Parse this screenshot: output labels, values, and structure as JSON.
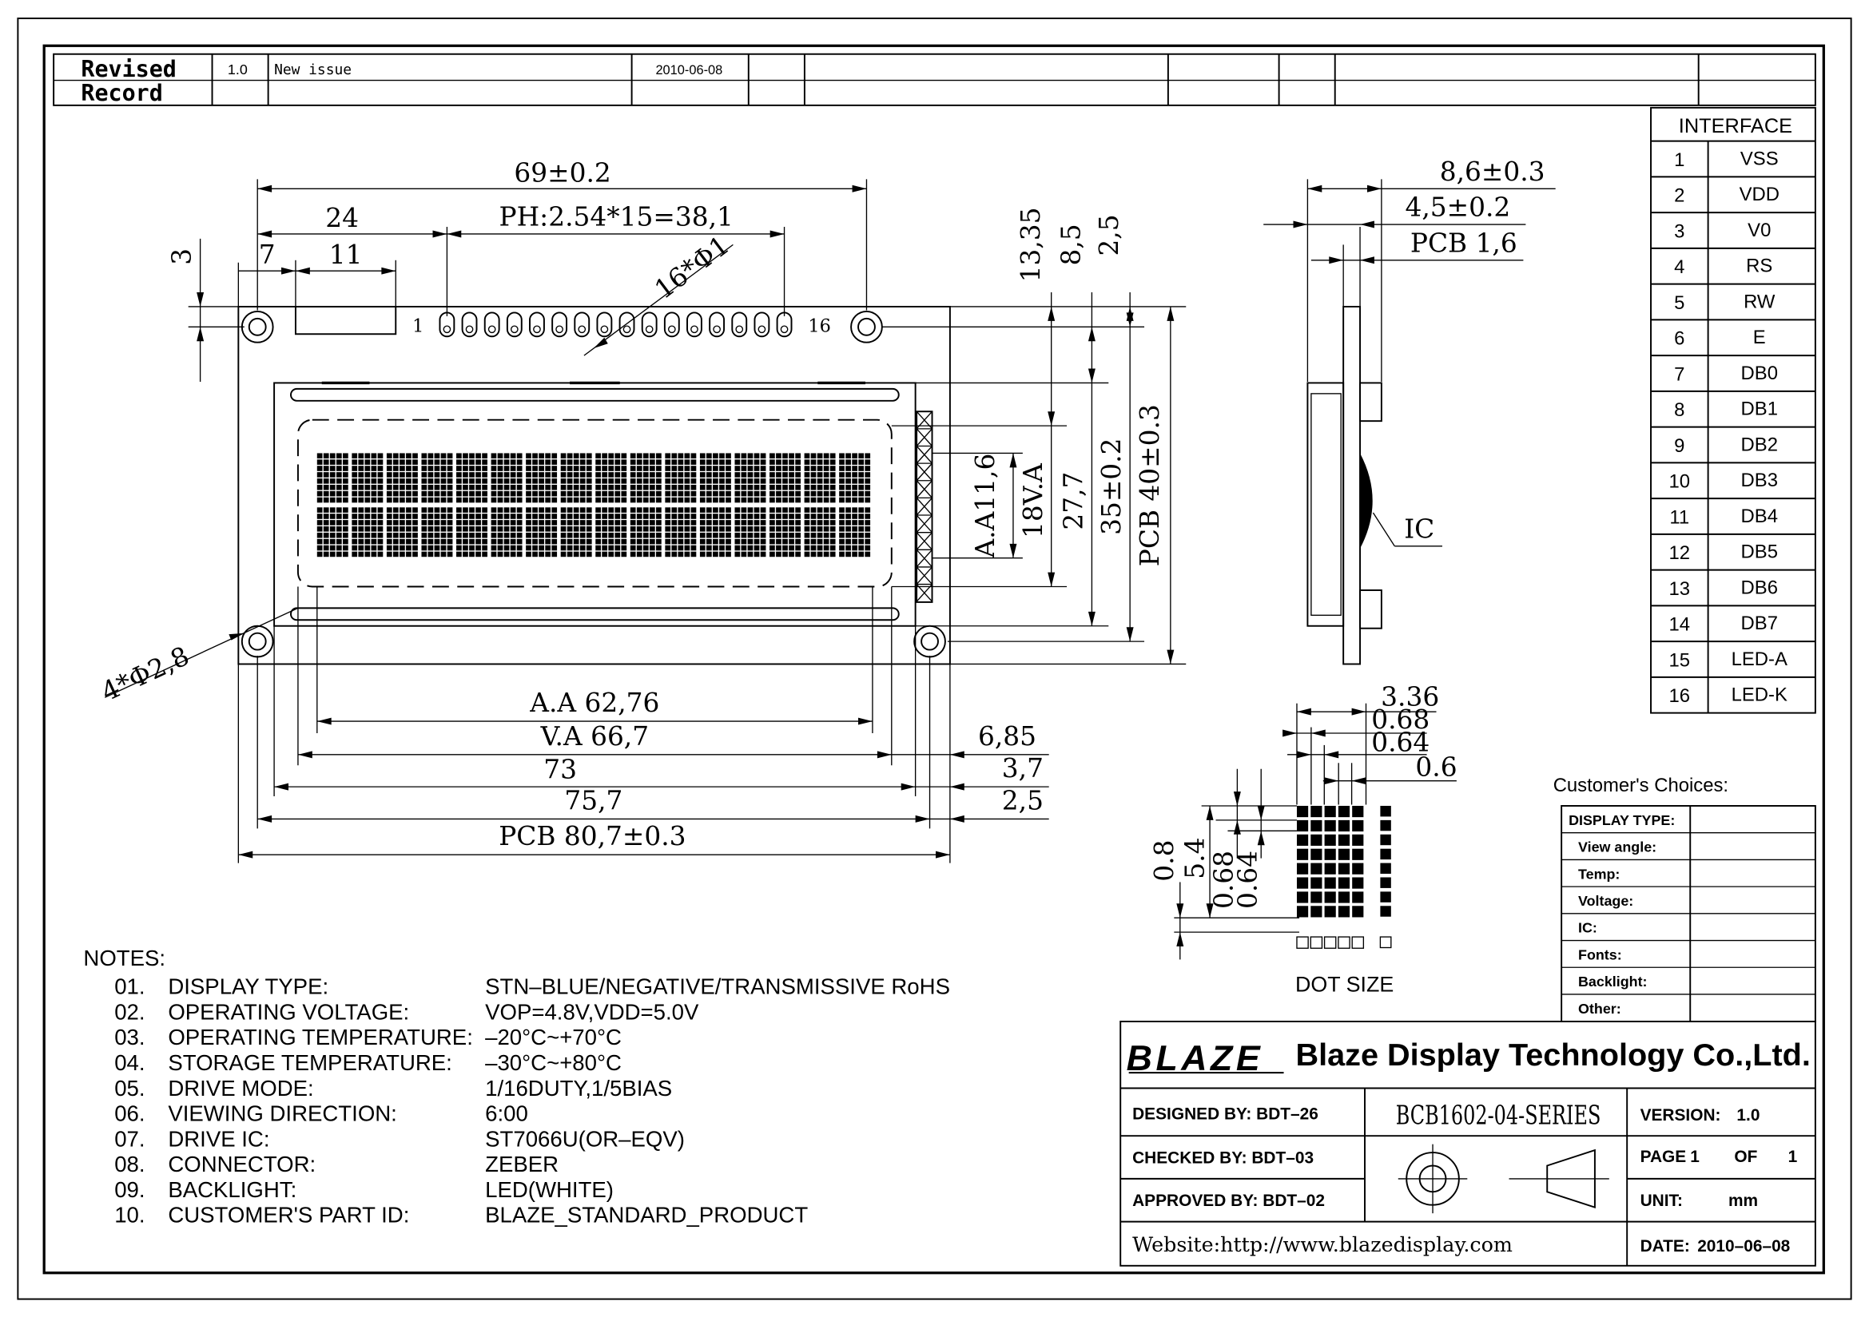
{
  "revision": {
    "label_line1": "Revised",
    "label_line2": "Record",
    "version": "1.0",
    "description": "New issue",
    "date": "2010-06-08"
  },
  "interface": {
    "title": "INTERFACE",
    "pins": [
      {
        "no": "1",
        "name": "VSS"
      },
      {
        "no": "2",
        "name": "VDD"
      },
      {
        "no": "3",
        "name": "V0"
      },
      {
        "no": "4",
        "name": "RS"
      },
      {
        "no": "5",
        "name": "RW"
      },
      {
        "no": "6",
        "name": "E"
      },
      {
        "no": "7",
        "name": "DB0"
      },
      {
        "no": "8",
        "name": "DB1"
      },
      {
        "no": "9",
        "name": "DB2"
      },
      {
        "no": "10",
        "name": "DB3"
      },
      {
        "no": "11",
        "name": "DB4"
      },
      {
        "no": "12",
        "name": "DB5"
      },
      {
        "no": "13",
        "name": "DB6"
      },
      {
        "no": "14",
        "name": "DB7"
      },
      {
        "no": "15",
        "name": "LED-A"
      },
      {
        "no": "16",
        "name": "LED-K"
      }
    ]
  },
  "front_view": {
    "dim_total_width": "69±0.2",
    "dim_pin1_offset": "24",
    "dim_pitch": "PH:2.54*15=38,1",
    "dim_pin_holes": "16*Φ1",
    "dim_3": "3",
    "dim_7": "7",
    "dim_11": "11",
    "pin_first": "1",
    "pin_last": "16",
    "dim_mount_holes": "4*Φ2,8",
    "dim_aa_width": "A.A 62,76",
    "dim_va_width": "V.A 66,7",
    "dim_73": "73",
    "dim_757": "75,7",
    "dim_pcb_width": "PCB 80,7±0.3",
    "dim_685": "6,85",
    "dim_37": "3,7",
    "dim_25_bottom": "2,5",
    "dim_1335": "13,35",
    "dim_85": "8,5",
    "dim_25_top": "2,5",
    "dim_aa_height": "A.A11,6",
    "dim_va_height": "18V.A",
    "dim_277": "27,7",
    "dim_35": "35±0.2",
    "dim_pcb_height": "PCB 40±0.3"
  },
  "side_view": {
    "dim_total": "8,6±0.3",
    "dim_45": "4,5±0.2",
    "dim_pcb": "PCB 1,6",
    "ic_label": "IC"
  },
  "dot_size": {
    "title": "DOT SIZE",
    "dim_336": "3.36",
    "dim_068_h": "0.68",
    "dim_064_h": "0.64",
    "dim_06": "0.6",
    "dim_08": "0.8",
    "dim_54": "5.4",
    "dim_068_v": "0.68",
    "dim_064_v": "0.64"
  },
  "notes": {
    "title": "NOTES:",
    "items": [
      {
        "no": "01.",
        "label": "DISPLAY TYPE:",
        "value": "STN–BLUE/NEGATIVE/TRANSMISSIVE RoHS"
      },
      {
        "no": "02.",
        "label": "OPERATING VOLTAGE:",
        "value": "VOP=4.8V,VDD=5.0V"
      },
      {
        "no": "03.",
        "label": "OPERATING TEMPERATURE:",
        "value": "–20°C~+70°C"
      },
      {
        "no": "04.",
        "label": "STORAGE TEMPERATURE:",
        "value": "–30°C~+80°C"
      },
      {
        "no": "05.",
        "label": "DRIVE MODE:",
        "value": "1/16DUTY,1/5BIAS"
      },
      {
        "no": "06.",
        "label": "VIEWING DIRECTION:",
        "value": "6:00"
      },
      {
        "no": "07.",
        "label": "DRIVE IC:",
        "value": "ST7066U(OR–EQV)"
      },
      {
        "no": "08.",
        "label": "CONNECTOR:",
        "value": "ZEBER"
      },
      {
        "no": "09.",
        "label": "BACKLIGHT:",
        "value": "LED(WHITE)"
      },
      {
        "no": "10.",
        "label": "CUSTOMER'S PART ID:",
        "value": "BLAZE_STANDARD_PRODUCT"
      }
    ]
  },
  "customer_choices": {
    "title": "Customer's  Choices:",
    "rows": [
      "DISPLAY TYPE:",
      "View angle:",
      "Temp:",
      "Voltage:",
      "IC:",
      "Fonts:",
      "Backlight:",
      "Other:"
    ]
  },
  "title_block": {
    "logo_text": "BLAZE",
    "company": "Blaze Display Technology Co.,Ltd.",
    "designed_by": "DESIGNED  BY:  BDT–26",
    "checked_by": "CHECKED  BY:  BDT–03",
    "approved_by": "APPROVED  BY: BDT–02",
    "part_number": "BCB1602-04-SERIES",
    "version_label": "VERSION:",
    "version_value": "1.0",
    "page_label": "PAGE",
    "page_no": "1",
    "page_of": "OF",
    "page_total": "1",
    "unit_label": "UNIT:",
    "unit_value": "mm",
    "date_label": "DATE:",
    "date_value": "2010–06–08",
    "website": "Website:http://www.blazedisplay.com"
  }
}
